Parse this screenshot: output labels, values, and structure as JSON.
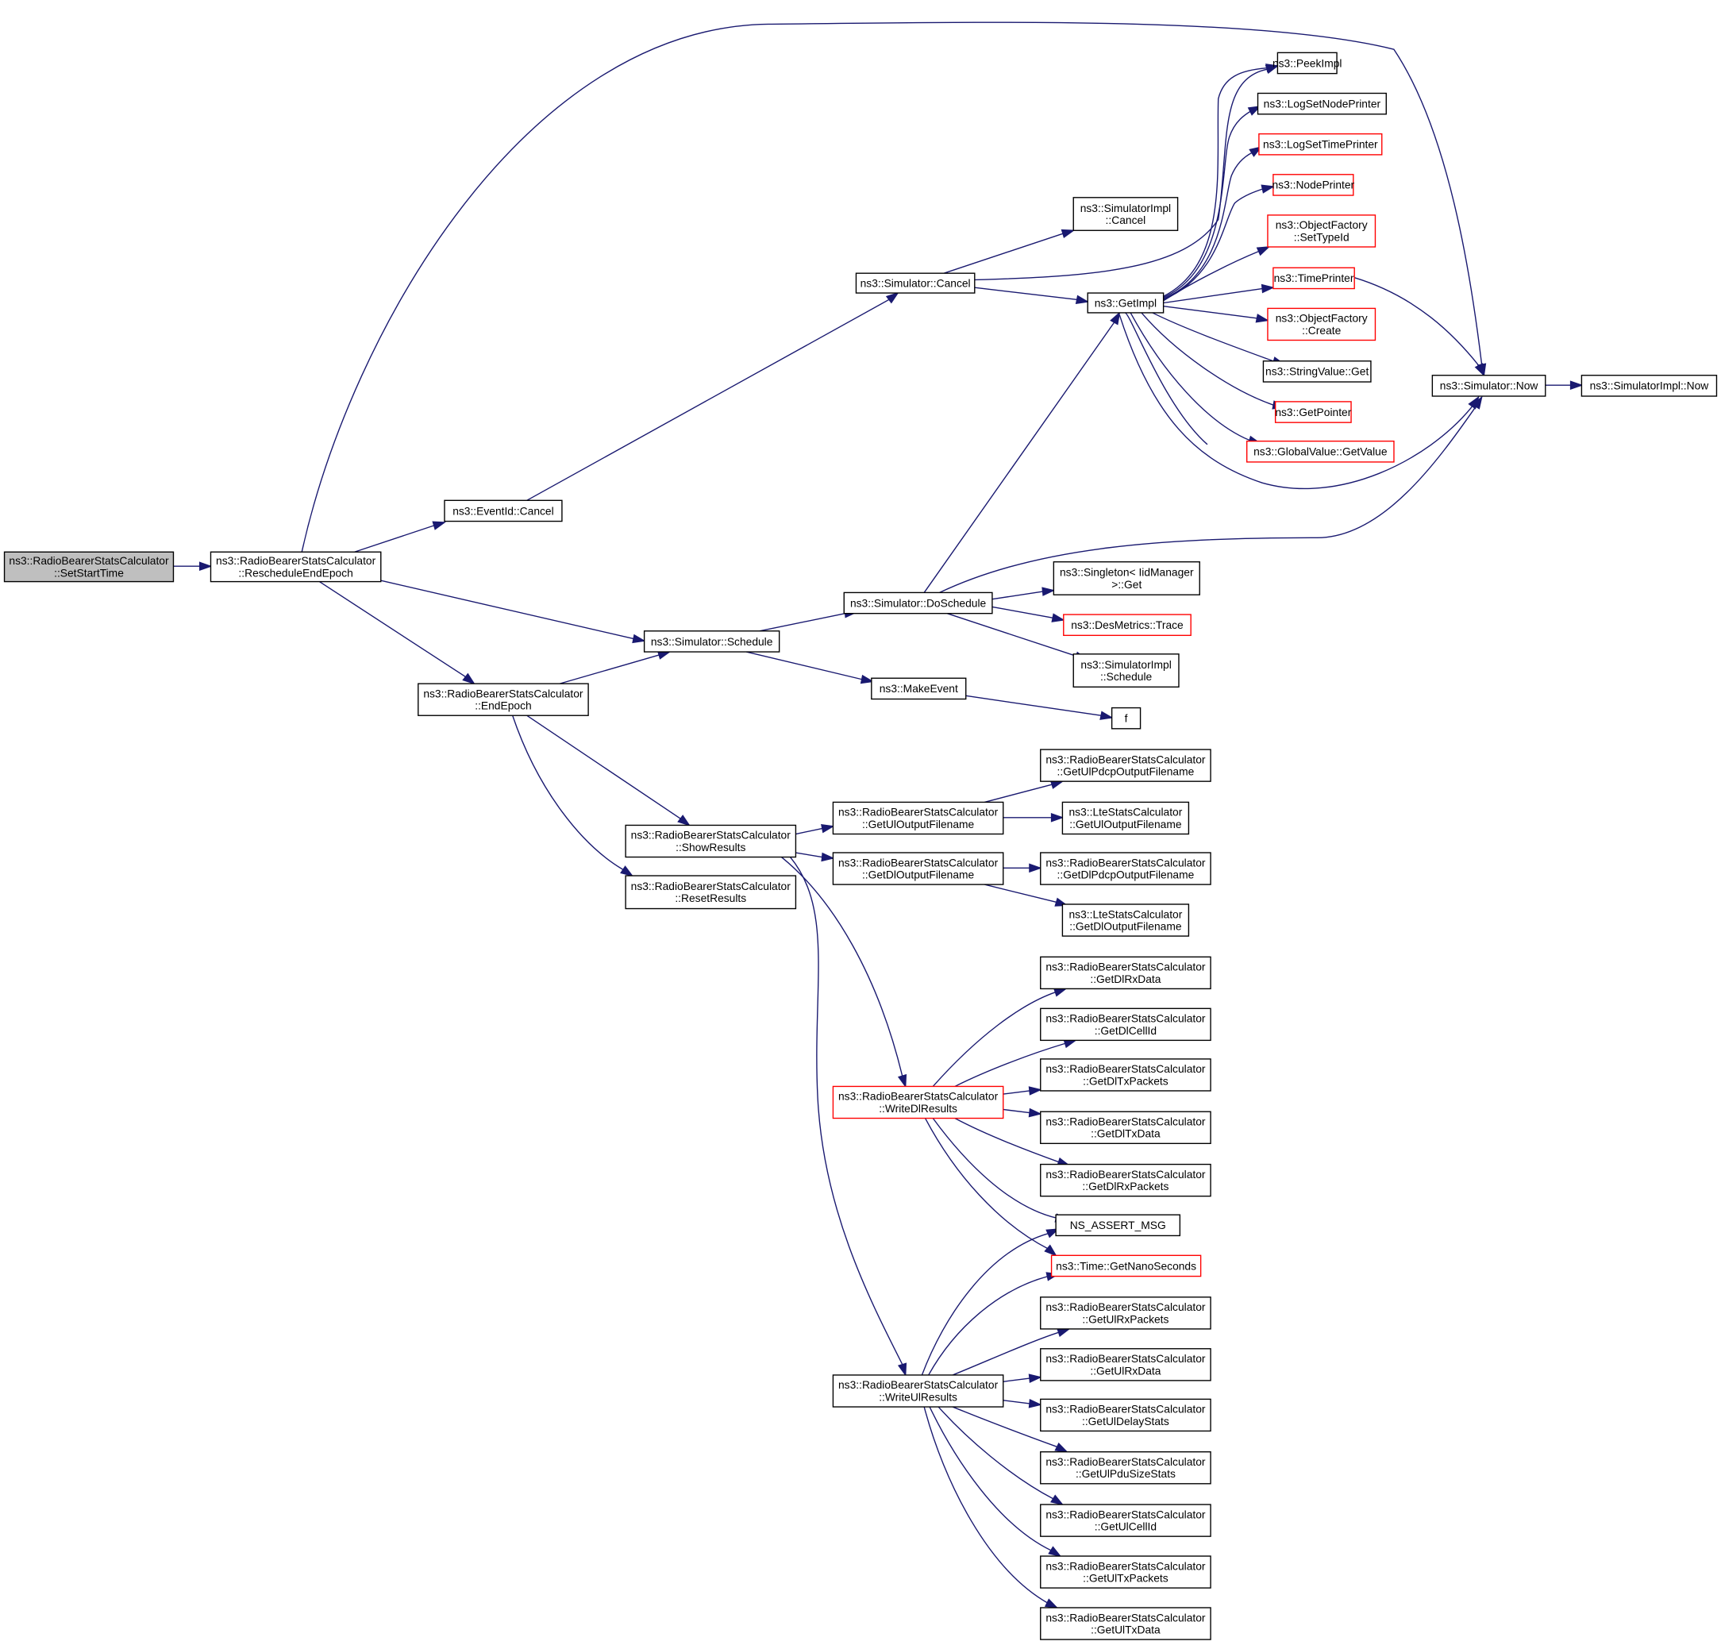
{
  "diagram": {
    "type": "call-graph",
    "colors": {
      "edge": "#191970",
      "node_border": "#000000",
      "truncated_border": "#ff0000",
      "root_fill": "#bfbfbf",
      "node_fill": "#ffffff"
    },
    "nodes": [
      {
        "id": "setstarttime",
        "lines": [
          "ns3::RadioBearerStatsCalculator",
          "::SetStartTime"
        ],
        "style": "root"
      },
      {
        "id": "rescheduleendepoch",
        "lines": [
          "ns3::RadioBearerStatsCalculator",
          "::RescheduleEndEpoch"
        ],
        "style": "normal"
      },
      {
        "id": "eventid-cancel",
        "lines": [
          "ns3::EventId::Cancel"
        ],
        "style": "normal"
      },
      {
        "id": "simulator-schedule",
        "lines": [
          "ns3::Simulator::Schedule"
        ],
        "style": "normal"
      },
      {
        "id": "endepoch",
        "lines": [
          "ns3::RadioBearerStatsCalculator",
          "::EndEpoch"
        ],
        "style": "normal"
      },
      {
        "id": "simulator-now",
        "lines": [
          "ns3::Simulator::Now"
        ],
        "style": "normal"
      },
      {
        "id": "simulatorimpl-now",
        "lines": [
          "ns3::SimulatorImpl::Now"
        ],
        "style": "normal"
      },
      {
        "id": "simulator-cancel",
        "lines": [
          "ns3::Simulator::Cancel"
        ],
        "style": "normal"
      },
      {
        "id": "simulatorimpl-cancel",
        "lines": [
          "ns3::SimulatorImpl",
          "::Cancel"
        ],
        "style": "normal"
      },
      {
        "id": "getimpl",
        "lines": [
          "ns3::GetImpl"
        ],
        "style": "normal"
      },
      {
        "id": "peekimpl",
        "lines": [
          "ns3::PeekImpl"
        ],
        "style": "normal"
      },
      {
        "id": "logsetnodeprinter",
        "lines": [
          "ns3::LogSetNodePrinter"
        ],
        "style": "normal"
      },
      {
        "id": "logsettimeprinter",
        "lines": [
          "ns3::LogSetTimePrinter"
        ],
        "style": "truncated"
      },
      {
        "id": "nodeprinter",
        "lines": [
          "ns3::NodePrinter"
        ],
        "style": "truncated"
      },
      {
        "id": "objectfactory-settypeid",
        "lines": [
          "ns3::ObjectFactory",
          "::SetTypeId"
        ],
        "style": "truncated"
      },
      {
        "id": "timeprinter",
        "lines": [
          "ns3::TimePrinter"
        ],
        "style": "truncated"
      },
      {
        "id": "objectfactory-create",
        "lines": [
          "ns3::ObjectFactory",
          "::Create"
        ],
        "style": "truncated"
      },
      {
        "id": "stringvalue-get",
        "lines": [
          "ns3::StringValue::Get"
        ],
        "style": "normal"
      },
      {
        "id": "getpointer",
        "lines": [
          "ns3::GetPointer"
        ],
        "style": "truncated"
      },
      {
        "id": "globalvalue-getvalue",
        "lines": [
          "ns3::GlobalValue::GetValue"
        ],
        "style": "truncated"
      },
      {
        "id": "simulator-doschedule",
        "lines": [
          "ns3::Simulator::DoSchedule"
        ],
        "style": "normal"
      },
      {
        "id": "singleton-get",
        "lines": [
          "ns3::Singleton< IidManager",
          ">::Get"
        ],
        "style": "normal"
      },
      {
        "id": "desmetrics-trace",
        "lines": [
          "ns3::DesMetrics::Trace"
        ],
        "style": "truncated"
      },
      {
        "id": "simulatorimpl-schedule",
        "lines": [
          "ns3::SimulatorImpl",
          "::Schedule"
        ],
        "style": "normal"
      },
      {
        "id": "makeevent",
        "lines": [
          "ns3::MakeEvent"
        ],
        "style": "normal"
      },
      {
        "id": "f",
        "lines": [
          "f"
        ],
        "style": "normal"
      },
      {
        "id": "showresults",
        "lines": [
          "ns3::RadioBearerStatsCalculator",
          "::ShowResults"
        ],
        "style": "normal"
      },
      {
        "id": "resetresults",
        "lines": [
          "ns3::RadioBearerStatsCalculator",
          "::ResetResults"
        ],
        "style": "normal"
      },
      {
        "id": "getuloutputfilename",
        "lines": [
          "ns3::RadioBearerStatsCalculator",
          "::GetUlOutputFilename"
        ],
        "style": "normal"
      },
      {
        "id": "getdloutputfilename",
        "lines": [
          "ns3::RadioBearerStatsCalculator",
          "::GetDlOutputFilename"
        ],
        "style": "normal"
      },
      {
        "id": "getulpdcpoutputfilename",
        "lines": [
          "ns3::RadioBearerStatsCalculator",
          "::GetUlPdcpOutputFilename"
        ],
        "style": "normal"
      },
      {
        "id": "lte-getuloutputfilename",
        "lines": [
          "ns3::LteStatsCalculator",
          "::GetUlOutputFilename"
        ],
        "style": "normal"
      },
      {
        "id": "getdlpdcpoutputfilename",
        "lines": [
          "ns3::RadioBearerStatsCalculator",
          "::GetDlPdcpOutputFilename"
        ],
        "style": "normal"
      },
      {
        "id": "lte-getdloutputfilename",
        "lines": [
          "ns3::LteStatsCalculator",
          "::GetDlOutputFilename"
        ],
        "style": "normal"
      },
      {
        "id": "writedlresults",
        "lines": [
          "ns3::RadioBearerStatsCalculator",
          "::WriteDlResults"
        ],
        "style": "truncated"
      },
      {
        "id": "writeulresults",
        "lines": [
          "ns3::RadioBearerStatsCalculator",
          "::WriteUlResults"
        ],
        "style": "normal"
      },
      {
        "id": "getdlrxdata",
        "lines": [
          "ns3::RadioBearerStatsCalculator",
          "::GetDlRxData"
        ],
        "style": "normal"
      },
      {
        "id": "getdlcellid",
        "lines": [
          "ns3::RadioBearerStatsCalculator",
          "::GetDlCellId"
        ],
        "style": "normal"
      },
      {
        "id": "getdltxpackets",
        "lines": [
          "ns3::RadioBearerStatsCalculator",
          "::GetDlTxPackets"
        ],
        "style": "normal"
      },
      {
        "id": "getdltxdata",
        "lines": [
          "ns3::RadioBearerStatsCalculator",
          "::GetDlTxData"
        ],
        "style": "normal"
      },
      {
        "id": "getdlrxpackets",
        "lines": [
          "ns3::RadioBearerStatsCalculator",
          "::GetDlRxPackets"
        ],
        "style": "normal"
      },
      {
        "id": "ns-assert-msg",
        "lines": [
          "NS_ASSERT_MSG"
        ],
        "style": "normal"
      },
      {
        "id": "time-getnanoseconds",
        "lines": [
          "ns3::Time::GetNanoSeconds"
        ],
        "style": "truncated"
      },
      {
        "id": "getulrxpackets",
        "lines": [
          "ns3::RadioBearerStatsCalculator",
          "::GetUlRxPackets"
        ],
        "style": "normal"
      },
      {
        "id": "getulrxdata",
        "lines": [
          "ns3::RadioBearerStatsCalculator",
          "::GetUlRxData"
        ],
        "style": "normal"
      },
      {
        "id": "getuldelaystats",
        "lines": [
          "ns3::RadioBearerStatsCalculator",
          "::GetUlDelayStats"
        ],
        "style": "normal"
      },
      {
        "id": "getulpdusizestats",
        "lines": [
          "ns3::RadioBearerStatsCalculator",
          "::GetUlPduSizeStats"
        ],
        "style": "normal"
      },
      {
        "id": "getulcellid",
        "lines": [
          "ns3::RadioBearerStatsCalculator",
          "::GetUlCellId"
        ],
        "style": "normal"
      },
      {
        "id": "getultxpackets",
        "lines": [
          "ns3::RadioBearerStatsCalculator",
          "::GetUlTxPackets"
        ],
        "style": "normal"
      },
      {
        "id": "getultxdata",
        "lines": [
          "ns3::RadioBearerStatsCalculator",
          "::GetUlTxData"
        ],
        "style": "normal"
      }
    ],
    "edges": [
      [
        "setstarttime",
        "rescheduleendepoch"
      ],
      [
        "rescheduleendepoch",
        "eventid-cancel"
      ],
      [
        "rescheduleendepoch",
        "simulator-schedule"
      ],
      [
        "rescheduleendepoch",
        "endepoch"
      ],
      [
        "rescheduleendepoch",
        "simulator-now"
      ],
      [
        "eventid-cancel",
        "simulator-cancel"
      ],
      [
        "simulator-cancel",
        "simulatorimpl-cancel"
      ],
      [
        "simulator-cancel",
        "getimpl"
      ],
      [
        "simulator-cancel",
        "peekimpl"
      ],
      [
        "getimpl",
        "peekimpl"
      ],
      [
        "getimpl",
        "logsetnodeprinter"
      ],
      [
        "getimpl",
        "logsettimeprinter"
      ],
      [
        "getimpl",
        "nodeprinter"
      ],
      [
        "getimpl",
        "objectfactory-settypeid"
      ],
      [
        "getimpl",
        "timeprinter"
      ],
      [
        "getimpl",
        "objectfactory-create"
      ],
      [
        "getimpl",
        "stringvalue-get"
      ],
      [
        "getimpl",
        "getpointer"
      ],
      [
        "getimpl",
        "globalvalue-getvalue"
      ],
      [
        "getimpl",
        "simulator-now"
      ],
      [
        "getimpl",
        "getimpl"
      ],
      [
        "timeprinter",
        "simulator-now"
      ],
      [
        "simulator-now",
        "simulatorimpl-now"
      ],
      [
        "simulator-schedule",
        "simulator-doschedule"
      ],
      [
        "simulator-schedule",
        "makeevent"
      ],
      [
        "simulator-doschedule",
        "getimpl"
      ],
      [
        "simulator-doschedule",
        "simulator-now"
      ],
      [
        "simulator-doschedule",
        "singleton-get"
      ],
      [
        "simulator-doschedule",
        "desmetrics-trace"
      ],
      [
        "simulator-doschedule",
        "simulatorimpl-schedule"
      ],
      [
        "makeevent",
        "f"
      ],
      [
        "endepoch",
        "simulator-schedule"
      ],
      [
        "endepoch",
        "showresults"
      ],
      [
        "endepoch",
        "resetresults"
      ],
      [
        "showresults",
        "getuloutputfilename"
      ],
      [
        "showresults",
        "getdloutputfilename"
      ],
      [
        "showresults",
        "writedlresults"
      ],
      [
        "showresults",
        "writeulresults"
      ],
      [
        "getuloutputfilename",
        "getulpdcpoutputfilename"
      ],
      [
        "getuloutputfilename",
        "lte-getuloutputfilename"
      ],
      [
        "getdloutputfilename",
        "getdlpdcpoutputfilename"
      ],
      [
        "getdloutputfilename",
        "lte-getdloutputfilename"
      ],
      [
        "writedlresults",
        "getdlrxdata"
      ],
      [
        "writedlresults",
        "getdlcellid"
      ],
      [
        "writedlresults",
        "getdltxpackets"
      ],
      [
        "writedlresults",
        "getdltxdata"
      ],
      [
        "writedlresults",
        "getdlrxpackets"
      ],
      [
        "writedlresults",
        "ns-assert-msg"
      ],
      [
        "writedlresults",
        "time-getnanoseconds"
      ],
      [
        "writeulresults",
        "ns-assert-msg"
      ],
      [
        "writeulresults",
        "time-getnanoseconds"
      ],
      [
        "writeulresults",
        "getulrxpackets"
      ],
      [
        "writeulresults",
        "getulrxdata"
      ],
      [
        "writeulresults",
        "getuldelaystats"
      ],
      [
        "writeulresults",
        "getulpdusizestats"
      ],
      [
        "writeulresults",
        "getulcellid"
      ],
      [
        "writeulresults",
        "getultxpackets"
      ],
      [
        "writeulresults",
        "getultxdata"
      ]
    ]
  }
}
